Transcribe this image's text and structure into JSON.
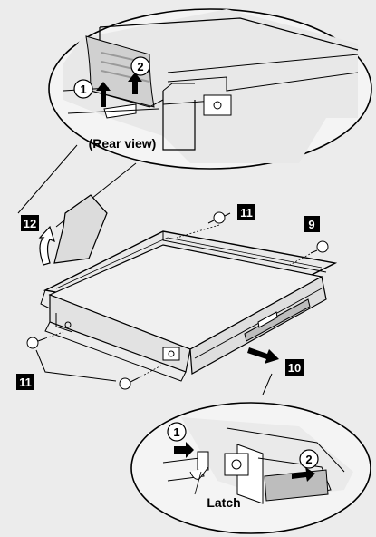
{
  "callouts": {
    "c12": "12",
    "c11_top": "11",
    "c9": "9",
    "c11_left": "11",
    "c10": "10"
  },
  "steps": {
    "top_1": "1",
    "top_2": "2",
    "bottom_1": "1",
    "bottom_2": "2"
  },
  "labels": {
    "rear_view": "(Rear view)",
    "latch": "Latch"
  },
  "colors": {
    "background": "#ececec",
    "line": "#000000",
    "callout_fill": "#000000"
  }
}
